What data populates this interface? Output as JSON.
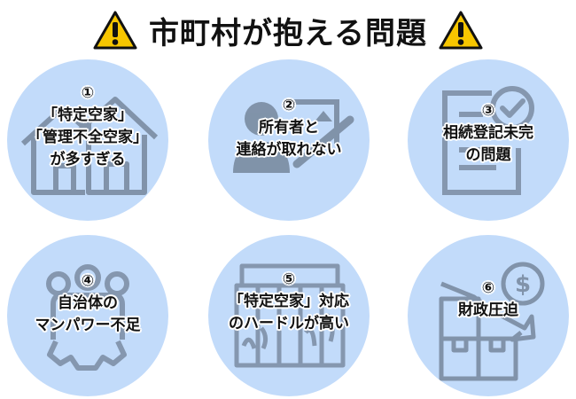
{
  "title": {
    "text": "市町村が抱える問題",
    "icon": "warning-triangle-icon",
    "icon_color": "#f7c600"
  },
  "colors": {
    "circle_fill": "#c2dbfa",
    "icon_stroke": "#6b7b8f",
    "text": "#111111"
  },
  "problems": [
    {
      "number": "①",
      "lines": [
        "「特定空家」",
        "「管理不全空家」",
        "が多すぎる"
      ],
      "icon": "houses-icon"
    },
    {
      "number": "②",
      "lines": [
        "所有者と",
        "連絡が取れない"
      ],
      "icon": "person-contact-icon"
    },
    {
      "number": "③",
      "lines": [
        "相続登記未完",
        "の問題"
      ],
      "icon": "document-check-icon"
    },
    {
      "number": "④",
      "lines": [
        "自治体の",
        "マンパワー不足"
      ],
      "icon": "team-gear-icon"
    },
    {
      "number": "⑤",
      "lines": [
        "「特定空家」対応",
        "のハードルが高い"
      ],
      "icon": "abandoned-building-icon"
    },
    {
      "number": "⑥",
      "lines": [
        "財政圧迫"
      ],
      "icon": "finance-decline-icon"
    }
  ]
}
